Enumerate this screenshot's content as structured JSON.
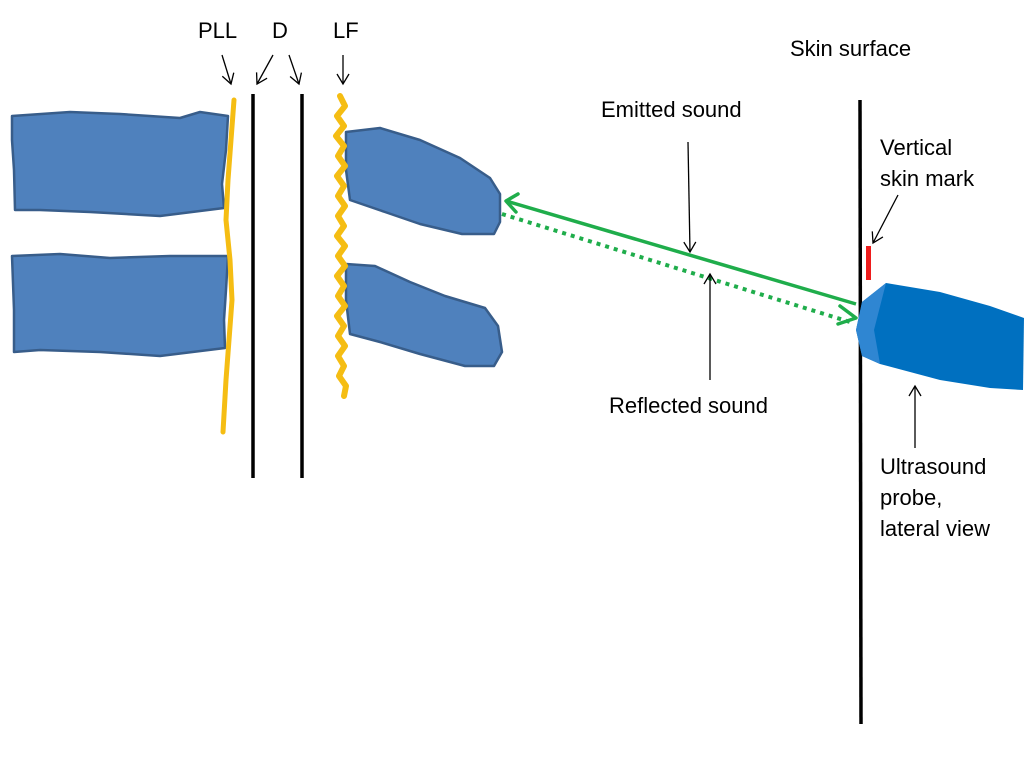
{
  "labels": {
    "pll": "PLL",
    "d": "D",
    "lf": "LF",
    "skin_surface": "Skin surface",
    "emitted_sound": "Emitted sound",
    "reflected_sound": "Reflected sound",
    "vertical_skin_mark": [
      "Vertical",
      "skin mark"
    ],
    "ultrasound_probe": [
      "Ultrasound",
      "probe,",
      "lateral view"
    ]
  },
  "colors": {
    "vertebra": "#4f81bd",
    "vertebra_edge": "#385d8a",
    "ligament": "#f5bd13",
    "sound": "#1fad4b",
    "skin_mark": "#ee1c1c",
    "probe": "#0070c0",
    "probe_tip": "#2f86d2",
    "line": "#000000"
  }
}
